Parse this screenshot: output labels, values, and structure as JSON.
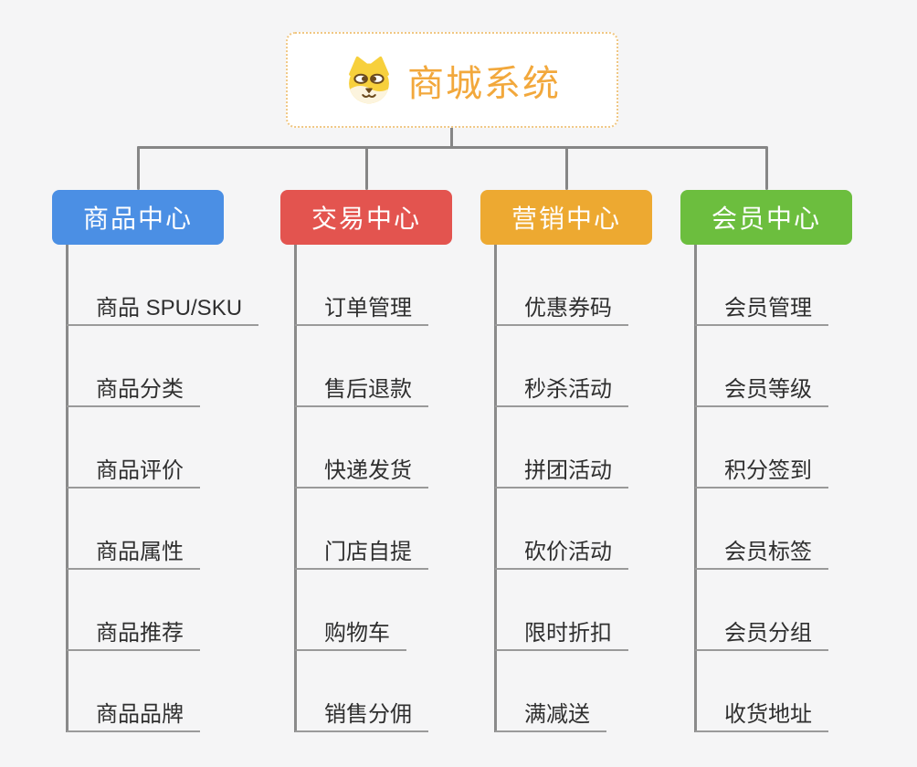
{
  "root": {
    "label": "商城系统",
    "icon": "doge-icon",
    "text_color": "#f2a83c",
    "border_color": "#f0c783"
  },
  "branches": [
    {
      "label": "商品中心",
      "color": "#4b8fe4",
      "children": [
        "商品 SPU/SKU",
        "商品分类",
        "商品评价",
        "商品属性",
        "商品推荐",
        "商品品牌"
      ]
    },
    {
      "label": "交易中心",
      "color": "#e3544f",
      "children": [
        "订单管理",
        "售后退款",
        "快递发货",
        "门店自提",
        "购物车",
        "销售分佣"
      ]
    },
    {
      "label": "营销中心",
      "color": "#eda931",
      "children": [
        "优惠券码",
        "秒杀活动",
        "拼团活动",
        "砍价活动",
        "限时折扣",
        "满减送"
      ]
    },
    {
      "label": "会员中心",
      "color": "#6cbe3e",
      "children": [
        "会员管理",
        "会员等级",
        "积分签到",
        "会员标签",
        "会员分组",
        "收货地址"
      ]
    }
  ],
  "connector_color": "#868686"
}
